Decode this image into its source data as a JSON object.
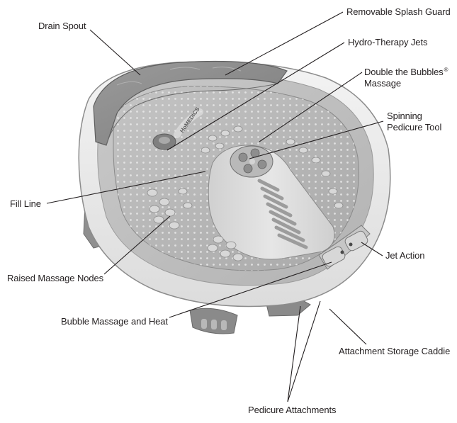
{
  "diagram": {
    "product_brand": "HoMEDICS",
    "labels": {
      "drain_spout": "Drain Spout",
      "removable_splash_guard": "Removable Splash Guard",
      "hydro_therapy_jets": "Hydro-Therapy Jets",
      "double_the_bubbles_line1": "Double the Bubbles",
      "double_the_bubbles_mark": "®",
      "double_the_bubbles_line2": "Massage",
      "spinning_pedicure_tool_line1": "Spinning",
      "spinning_pedicure_tool_line2": "Pedicure Tool",
      "fill_line": "Fill Line",
      "jet_action": "Jet Action",
      "raised_massage_nodes": "Raised Massage Nodes",
      "bubble_massage_and_heat": "Bubble Massage and Heat",
      "attachment_storage_caddie": "Attachment Storage Caddie",
      "pedicure_attachments": "Pedicure Attachments"
    }
  }
}
